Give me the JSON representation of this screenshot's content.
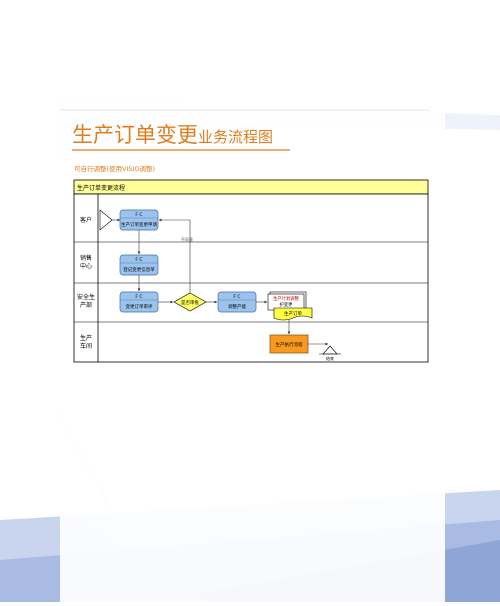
{
  "title": {
    "main": "生产订单变更",
    "sub": "业务流程图"
  },
  "note": "可自行调整(使用VISIO调整)",
  "flowchart": {
    "header": "生产订单变更流程",
    "lanes": [
      "客户",
      "销售\n中心",
      "安全生\n产部",
      "生产\n车间"
    ],
    "shapes": {
      "customer_task_tag": "F C",
      "customer_task": "生产订单变更申请",
      "sales_task_tag": "F C",
      "sales_task": "登记变更信息单",
      "safety_task_tag": "F C",
      "safety_task": "变更订单审评",
      "decision": "是否审批",
      "adjust_task_tag": "F C",
      "adjust_task": "调整产能",
      "doc_line1": "生产计划调整",
      "doc_line2": "护变更",
      "produce_doc": "生产订单",
      "workshop_task": "生产执行流程",
      "end_label": "结束",
      "reject_label": "不同意"
    }
  },
  "colors": {
    "header_bg": "#ffff99",
    "task_fill": "#9cc3ec",
    "task_stroke": "#3a6fb0",
    "decision_fill": "#ffff66",
    "doc_fill": "#ffff44",
    "workshop_fill": "#f79a1e",
    "title": "#e07d1f",
    "deco": "#8fa5d6"
  }
}
